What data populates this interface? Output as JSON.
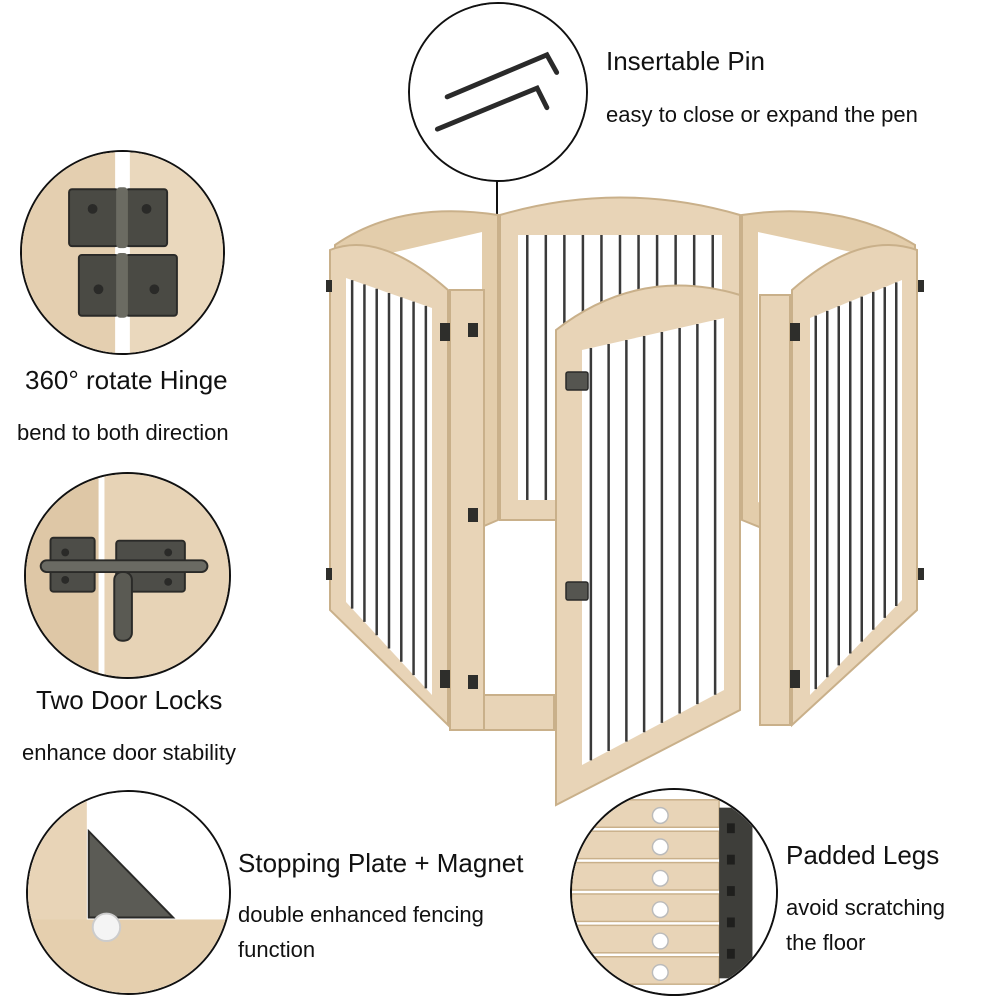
{
  "callouts": {
    "insertable_pin": {
      "title": "Insertable Pin",
      "subtitle": "easy to close or expand the pen"
    },
    "hinge": {
      "title": "360° rotate Hinge",
      "subtitle": "bend to both direction"
    },
    "door_locks": {
      "title": "Two Door Locks",
      "subtitle": "enhance door stability"
    },
    "stopping_plate": {
      "title": "Stopping Plate + Magnet",
      "subtitle_line1": "double enhanced fencing",
      "subtitle_line2": "function"
    },
    "padded_legs": {
      "title": "Padded Legs",
      "subtitle_line1": "avoid scratching",
      "subtitle_line2": "the floor"
    }
  },
  "colors": {
    "wood": "#e8d3b4",
    "wood_dark": "#d6bc96",
    "metal": "#3a3a3a",
    "outline": "#111111"
  }
}
